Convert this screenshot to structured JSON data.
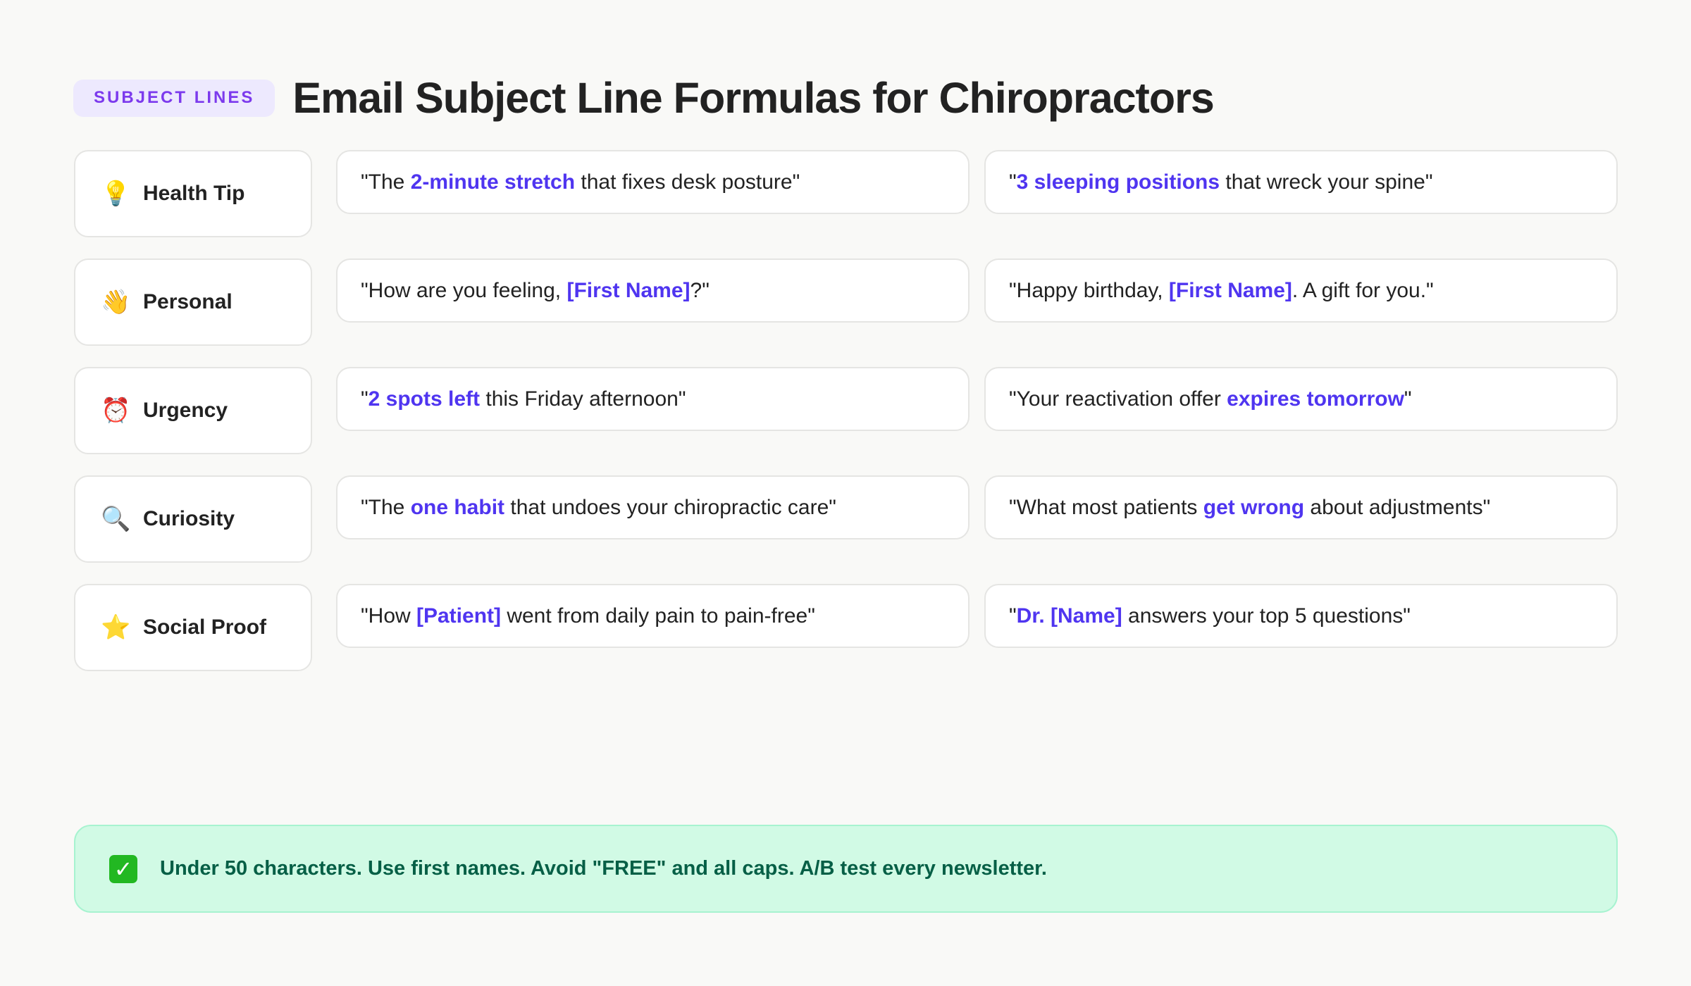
{
  "header": {
    "badge": "SUBJECT LINES",
    "title": "Email Subject Line Formulas for Chiropractors"
  },
  "colors": {
    "highlight": "#4F35F0",
    "badge_text": "#7C3AED",
    "badge_bg": "#EDE9FE",
    "tip_bg": "#D1FAE5",
    "tip_text": "#065F46"
  },
  "rows": [
    {
      "category": "Health Tip",
      "icon": "💡",
      "icon_name": "lightbulb-icon",
      "examples": [
        {
          "pre": "\"The ",
          "hl": "2-minute stretch",
          "post": " that fixes desk posture\""
        },
        {
          "pre": "\"",
          "hl": "3 sleeping positions",
          "post": " that wreck your spine\""
        }
      ]
    },
    {
      "category": "Personal",
      "icon": "👋",
      "icon_name": "waving-hand-icon",
      "examples": [
        {
          "pre": "\"How are you feeling, ",
          "hl": "[First Name]",
          "post": "?\""
        },
        {
          "pre": "\"Happy birthday, ",
          "hl": "[First Name]",
          "post": ". A gift for you.\""
        }
      ]
    },
    {
      "category": "Urgency",
      "icon": "⏰",
      "icon_name": "alarm-clock-icon",
      "examples": [
        {
          "pre": "\"",
          "hl": "2 spots left",
          "post": " this Friday afternoon\""
        },
        {
          "pre": "\"Your reactivation offer ",
          "hl": "expires tomorrow",
          "post": "\""
        }
      ]
    },
    {
      "category": "Curiosity",
      "icon": "🔍",
      "icon_name": "magnifying-glass-icon",
      "examples": [
        {
          "pre": "\"The ",
          "hl": "one habit",
          "post": " that undoes your chiropractic care\""
        },
        {
          "pre": "\"What most patients ",
          "hl": "get wrong",
          "post": " about adjustments\""
        }
      ]
    },
    {
      "category": "Social Proof",
      "icon": "⭐",
      "icon_name": "star-icon",
      "examples": [
        {
          "pre": "\"How ",
          "hl": "[Patient]",
          "post": " went from daily pain to pain-free\""
        },
        {
          "pre": "\"",
          "hl": "Dr. [Name]",
          "post": " answers your top 5 questions\""
        }
      ]
    }
  ],
  "tip": {
    "icon": "✓",
    "text": "Under 50 characters. Use first names. Avoid \"FREE\" and all caps. A/B test every newsletter."
  }
}
